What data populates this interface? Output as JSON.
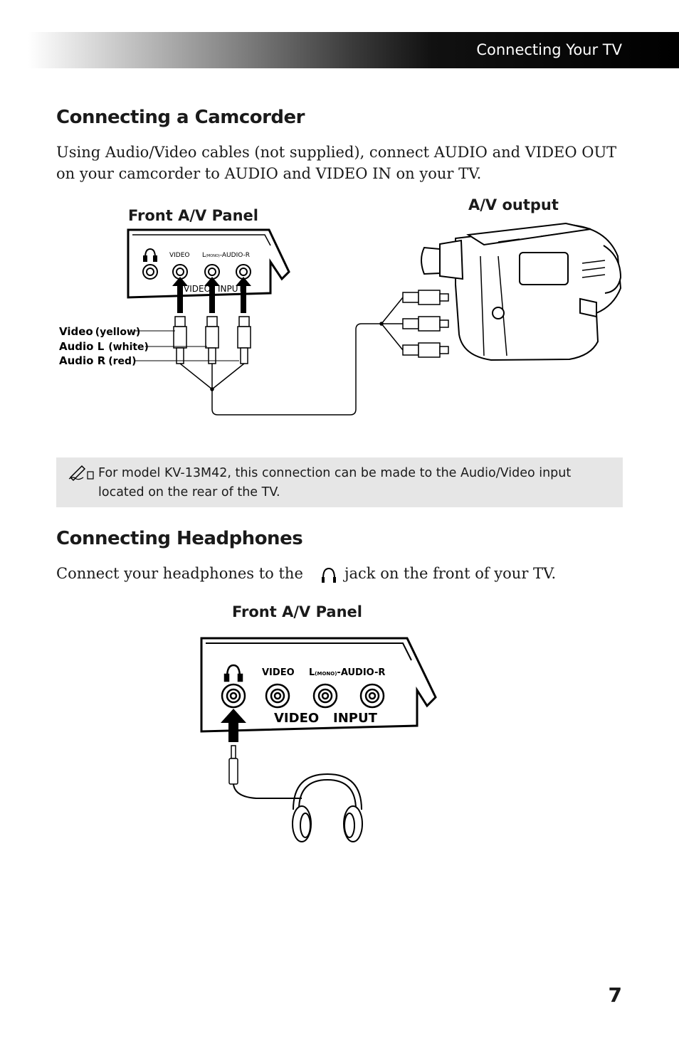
{
  "header": {
    "section_title": "Connecting Your TV"
  },
  "camcorder": {
    "heading": "Connecting a Camcorder",
    "body": "Using Audio/Video cables (not supplied), connect AUDIO and VIDEO OUT on your camcorder to AUDIO and VIDEO IN on your TV.",
    "front_panel_label": "Front A/V Panel",
    "av_output_label": "A/V output",
    "panel": {
      "video_label": "VIDEO",
      "audio_l": "L",
      "mono": "(MONO)",
      "audio_r": "-AUDIO-R",
      "video_input_1": "VIDEO",
      "video_input_2": "INPUT"
    },
    "cables": {
      "video": "Video",
      "video_color": "(yellow)",
      "audio_l": "Audio L",
      "audio_l_color": "(white)",
      "audio_r": "Audio R",
      "audio_r_color": "(red)"
    }
  },
  "note": {
    "icon": "note-pencil-icon",
    "text": "For model KV-13M42, this connection can be made to the Audio/Video input located on the rear of the TV."
  },
  "headphones": {
    "heading": "Connecting Headphones",
    "body_before": "Connect your headphones to the",
    "body_after": "jack on the front of your TV.",
    "front_panel_label": "Front A/V Panel",
    "panel": {
      "video_label": "VIDEO",
      "audio_l": "L",
      "mono": "(MONO)",
      "audio_r": "-AUDIO-R",
      "video_input_1": "VIDEO",
      "video_input_2": "INPUT"
    }
  },
  "page_number": "7"
}
